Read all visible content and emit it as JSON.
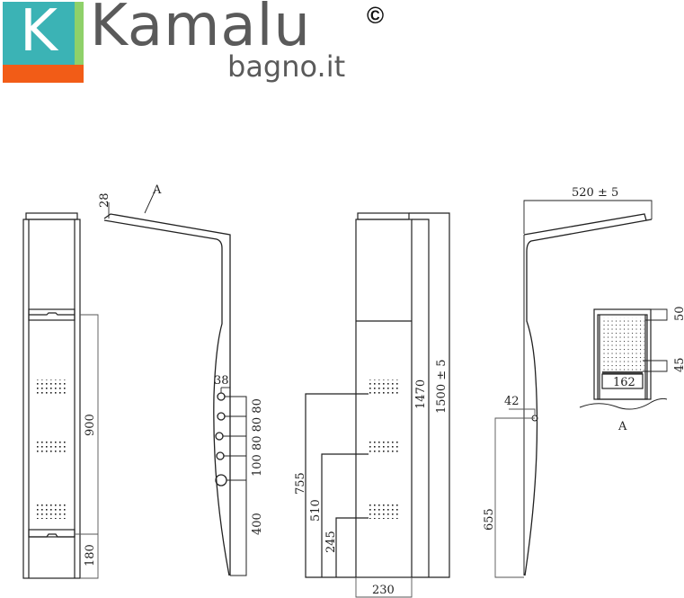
{
  "logo": {
    "letter": "K",
    "brand": "Kamalu",
    "subtitle": "bagno.it",
    "copyright": "©",
    "colors": {
      "teal": "#3bb3b5",
      "green": "#8fd16a",
      "orange": "#f25c17",
      "text": "#5a5a5a"
    }
  },
  "drawing": {
    "front_view": {
      "dim_900": "900",
      "dim_180": "180"
    },
    "side_view": {
      "detail_label": "A",
      "dim_28": "28",
      "dim_38": "38",
      "spacing": [
        "80",
        "80",
        "80",
        "100"
      ],
      "spacing_label": "100 80 80 80",
      "dim_400": "400"
    },
    "back_view": {
      "dim_1470": "1470",
      "dim_1500": "1500 ± 5",
      "dim_755": "755",
      "dim_510": "510",
      "dim_245": "245",
      "dim_230": "230"
    },
    "right_view": {
      "dim_520": "520 ± 5",
      "dim_42": "42",
      "dim_655": "655"
    },
    "detail_a": {
      "label": "A",
      "dim_50": "50",
      "dim_45": "45",
      "dim_162": "162"
    }
  }
}
